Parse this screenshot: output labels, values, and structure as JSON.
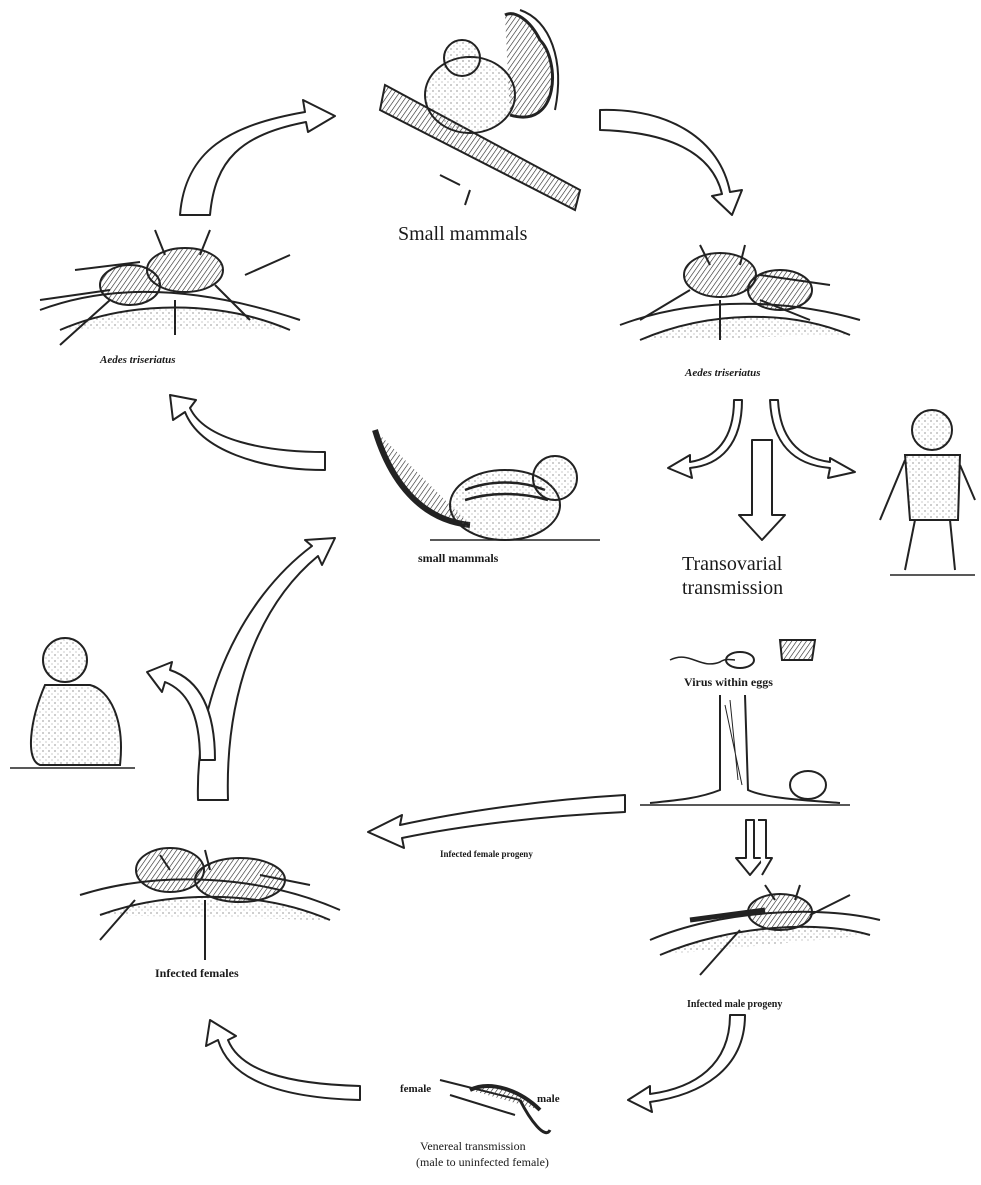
{
  "labels": {
    "small_mammals_top": "Small mammals",
    "aedes_left": "Aedes triseriatus",
    "aedes_right": "Aedes triseriatus",
    "small_mammals_mid": "small mammals",
    "transovarial_1": "Transovarial",
    "transovarial_2": "transmission",
    "virus_eggs": "Virus within eggs",
    "infected_female_progeny": "Infected female progeny",
    "infected_females": "Infected females",
    "infected_male_progeny": "Infected male progeny",
    "female": "female",
    "male": "male",
    "venereal_1": "Venereal transmission",
    "venereal_2": "(male to uninfected female)"
  }
}
